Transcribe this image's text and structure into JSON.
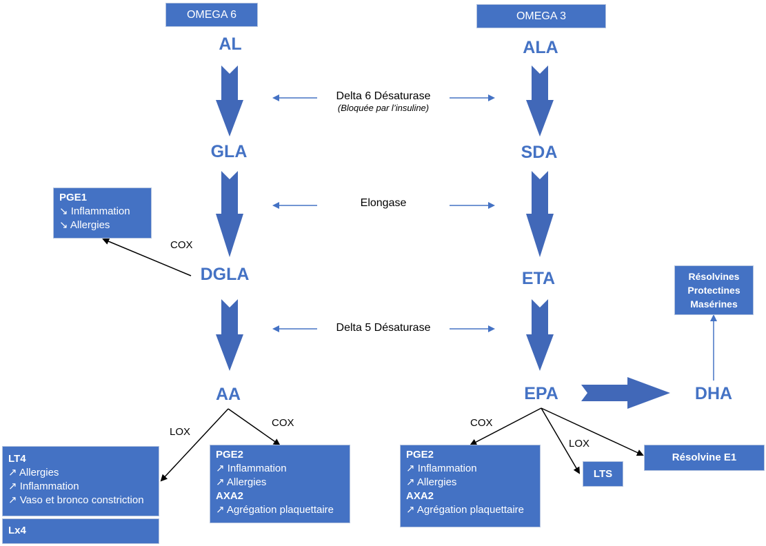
{
  "headers": {
    "omega6": "OMEGA 6",
    "omega3": "OMEGA 3"
  },
  "omega6_nodes": [
    "AL",
    "GLA",
    "DGLA",
    "AA"
  ],
  "omega3_nodes": [
    "ALA",
    "SDA",
    "ETA",
    "EPA",
    "DHA"
  ],
  "enzymes": [
    {
      "name": "Delta 6 Désaturase",
      "note": "(Bloquée par l’insuline)"
    },
    {
      "name": "Elongase",
      "note": ""
    },
    {
      "name": "Delta 5 Désaturase",
      "note": ""
    }
  ],
  "pathway_labels": {
    "cox": "COX",
    "lox": "LOX"
  },
  "boxes": {
    "pge1": {
      "title": "PGE1",
      "lines": [
        "↘ Inflammation",
        "↘ Allergies"
      ]
    },
    "lt4": {
      "title": "LT4",
      "lines": [
        "↗ Allergies",
        "↗ Inflammation",
        "↗ Vaso et bronco constriction"
      ]
    },
    "lx4": {
      "title": "Lx4"
    },
    "pge2_o6": {
      "title": "PGE2",
      "lines": [
        "↗ Inflammation",
        "↗ Allergies"
      ],
      "title2": "AXA2",
      "lines2": [
        "↗ Agrégation plaquettaire"
      ]
    },
    "pge2_o3": {
      "title": "PGE2",
      "lines": [
        "↗ Inflammation",
        "↗ Allergies"
      ],
      "title2": "AXA2",
      "lines2": [
        "↗ Agrégation plaquettaire"
      ]
    },
    "lts": {
      "title": "LTS"
    },
    "resolvine_e1": {
      "title": "Résolvine E1"
    },
    "dha_products": {
      "lines": [
        "Résolvines",
        "Protectines",
        "Masérines"
      ]
    }
  }
}
